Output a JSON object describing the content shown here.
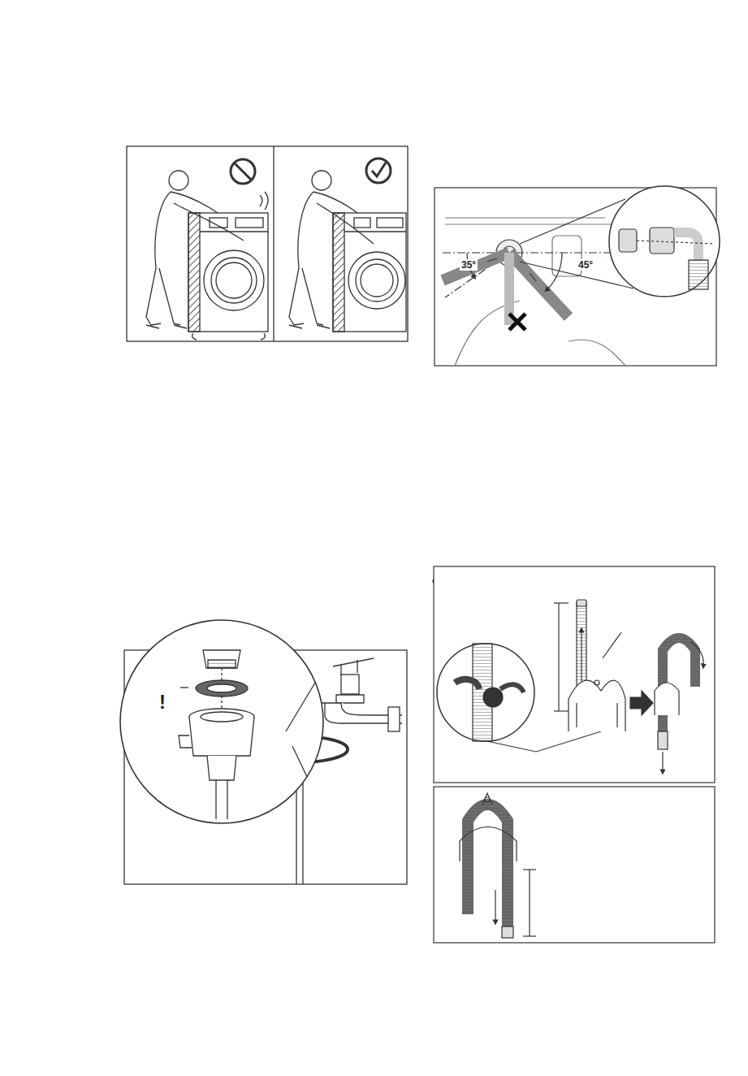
{
  "diagram": {
    "labels": [
      "35°",
      "45°",
      "!"
    ]
  }
}
